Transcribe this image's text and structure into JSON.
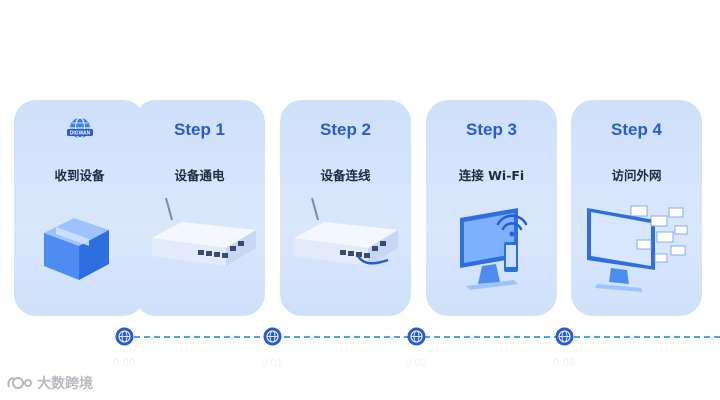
{
  "cards": [
    {
      "step": "",
      "label": "收到设备",
      "badge": "DIGWAN",
      "art": "box-icon"
    },
    {
      "step": "Step 1",
      "label": "设备通电",
      "art": "router-icon"
    },
    {
      "step": "Step 2",
      "label": "设备连线",
      "art": "router-cable-icon"
    },
    {
      "step": "Step 3",
      "label": "连接 Wi-Fi",
      "art": "monitor-wifi-icon"
    },
    {
      "step": "Step 4",
      "label": "访问外网",
      "art": "monitor-windows-icon"
    }
  ],
  "timeline": {
    "times": [
      "0:00",
      "0:01",
      "0:02",
      "0:05"
    ]
  },
  "watermark": {
    "text": "大数跨境"
  },
  "colors": {
    "card": "#d3e3fb",
    "step": "#2a5bd7",
    "timeline": "#4aa3e6"
  }
}
